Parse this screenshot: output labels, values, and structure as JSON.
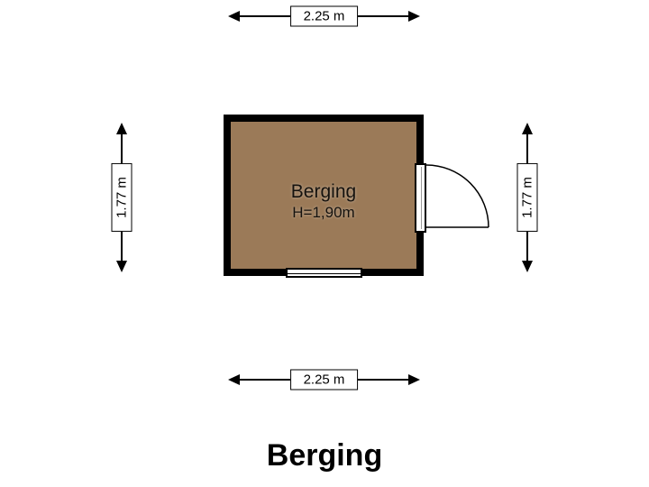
{
  "page_title": "Berging",
  "room": {
    "label": "Berging",
    "height_label": "H=1,90m",
    "floor_color": "#9b7a58",
    "wall_color": "#000000"
  },
  "dimensions": {
    "width_top": "2.25 m",
    "width_bottom": "2.25 m",
    "height_left": "1.77 m",
    "height_right": "1.77 m"
  }
}
